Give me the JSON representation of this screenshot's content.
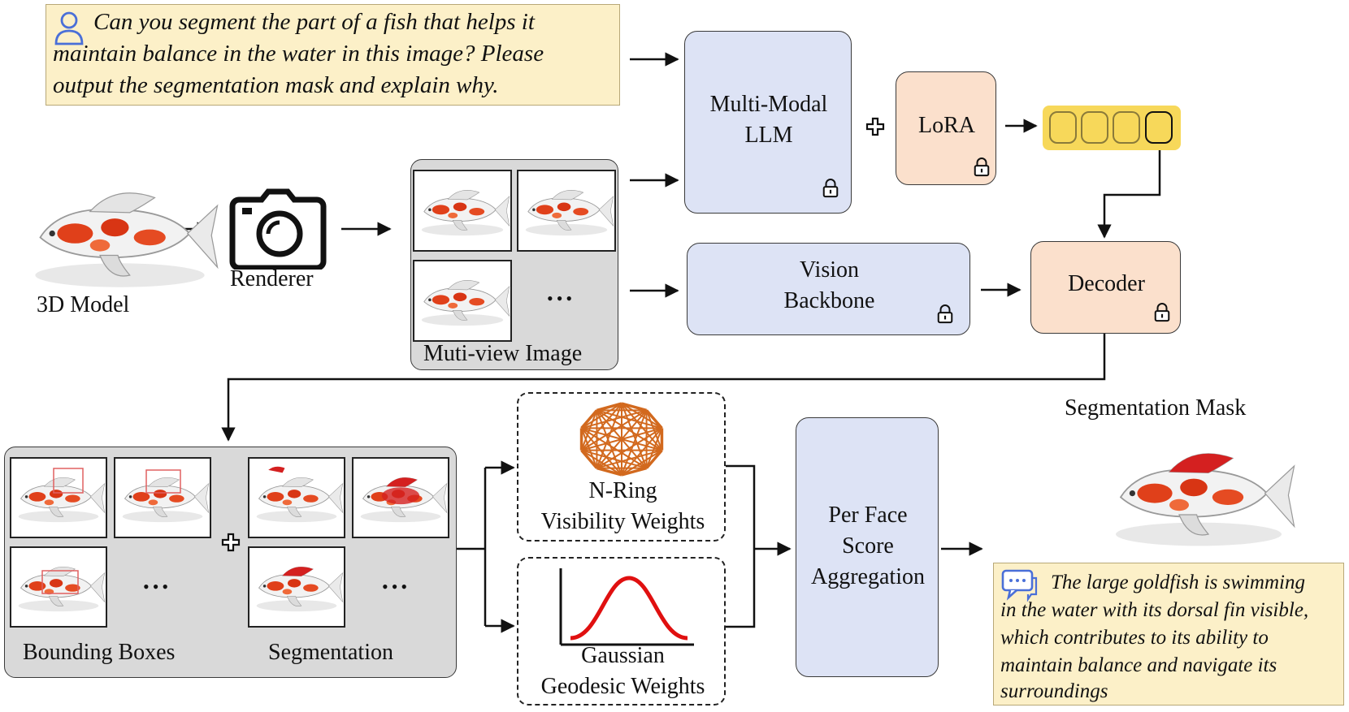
{
  "query_text_lines": [
    "Can you segment the part of a fish that helps it",
    "maintain balance in the water in this image? Please",
    "output the segmentation mask and explain why."
  ],
  "labels": {
    "model_3d": "3D Model",
    "renderer": "Renderer",
    "multiview": "Muti-view Image",
    "llm_line1": "Multi-Modal",
    "llm_line2": "LLM",
    "lora": "LoRA",
    "vision_line1": "Vision",
    "vision_line2": "Backbone",
    "decoder": "Decoder",
    "bounding_boxes": "Bounding Boxes",
    "segmentation": "Segmentation",
    "nring_line1": "N-Ring",
    "nring_line2": "Visibility Weights",
    "gauss_line1": "Gaussian",
    "gauss_line2": "Geodesic Weights",
    "agg_line1": "Per Face",
    "agg_line2": "Score",
    "agg_line3": "Aggregation",
    "seg_mask": "Segmentation Mask",
    "ellipsis": "•••"
  },
  "answer_text_lines": [
    "The large goldfish is swimming",
    "in the water with its dorsal fin visible,",
    "which contributes to its ability to",
    "maintain balance and navigate its",
    "surroundings"
  ],
  "colors": {
    "llm_fill": "#dde3f5",
    "peach_fill": "#fbe0cc",
    "query_fill": "#fcf0c8",
    "token_fill": "#f7d85a",
    "gaussian_curve": "#e01010",
    "nring_mesh": "#d2691e",
    "mask_red": "#d42020"
  },
  "icons": [
    "user-icon",
    "camera-icon",
    "lock-icon",
    "plus-icon",
    "chat-icon",
    "token-strip",
    "nring-mesh-icon",
    "gaussian-curve-icon"
  ]
}
